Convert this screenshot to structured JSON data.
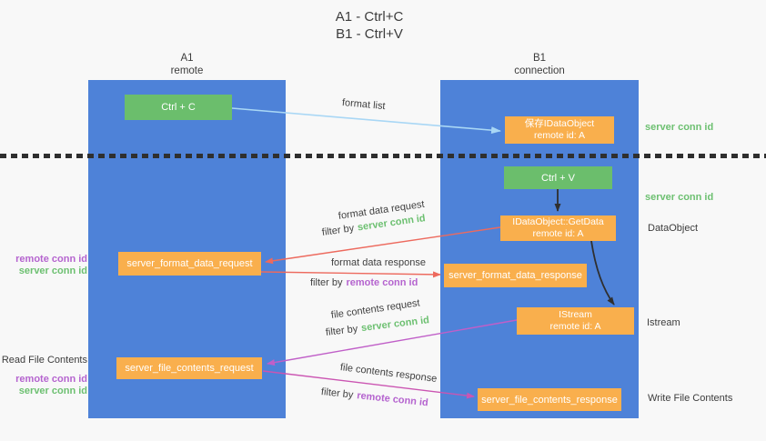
{
  "title": {
    "line1": "A1 - Ctrl+C",
    "line2": "B1 - Ctrl+V"
  },
  "columns": {
    "left": {
      "name": "A1",
      "subtitle": "remote"
    },
    "right": {
      "name": "B1",
      "subtitle": "connection"
    }
  },
  "boxes": {
    "ctrl_c": {
      "label": "Ctrl + C"
    },
    "ctrl_v": {
      "label": "Ctrl + V"
    },
    "save_idataobject": {
      "line1": "保存IDataObject",
      "line2": "remote id: A"
    },
    "getdata": {
      "line1": "IDataObject::GetData",
      "line2": "remote id: A"
    },
    "istream": {
      "line1": "IStream",
      "line2": "remote id: A"
    },
    "format_request": {
      "label": "server_format_data_request"
    },
    "format_response": {
      "label": "server_format_data_response"
    },
    "file_request": {
      "label": "server_file_contents_request"
    },
    "file_response": {
      "label": "server_file_contents_response"
    }
  },
  "arrows": {
    "format_list": "format list",
    "format_data_request": "format data request",
    "format_data_response": "format data response",
    "file_contents_request": "file contents request",
    "file_contents_response": "file contents response",
    "filter_by": "filter by",
    "server_conn_id": "server conn id",
    "remote_conn_id": "remote conn id"
  },
  "side_labels": {
    "left": {
      "format_remote_conn_id": "remote conn id",
      "format_server_conn_id": "server conn id",
      "read_file_contents": "Read File Contents",
      "file_remote_conn_id": "remote conn id",
      "file_server_conn_id": "server conn id"
    },
    "right": {
      "server_conn_id_top": "server conn id",
      "server_conn_id_mid": "server conn id",
      "dataobject": "DataObject",
      "istream": "Istream",
      "write_file_contents": "Write File Contents"
    }
  },
  "colors": {
    "background": "#f8f8f8",
    "column_blue": "#4e82d8",
    "box_green": "#6bbe6c",
    "box_orange": "#f9af4d",
    "arrow_lightblue": "#a9d7f5",
    "arrow_red": "#ed6a5e",
    "arrow_purple": "#c05fc8",
    "arrow_magenta": "#cb55b2",
    "arrow_black": "#2f2f2f",
    "text_green": "#6dc071",
    "text_purple": "#b564cf",
    "text_dark": "#3c3c3c"
  }
}
